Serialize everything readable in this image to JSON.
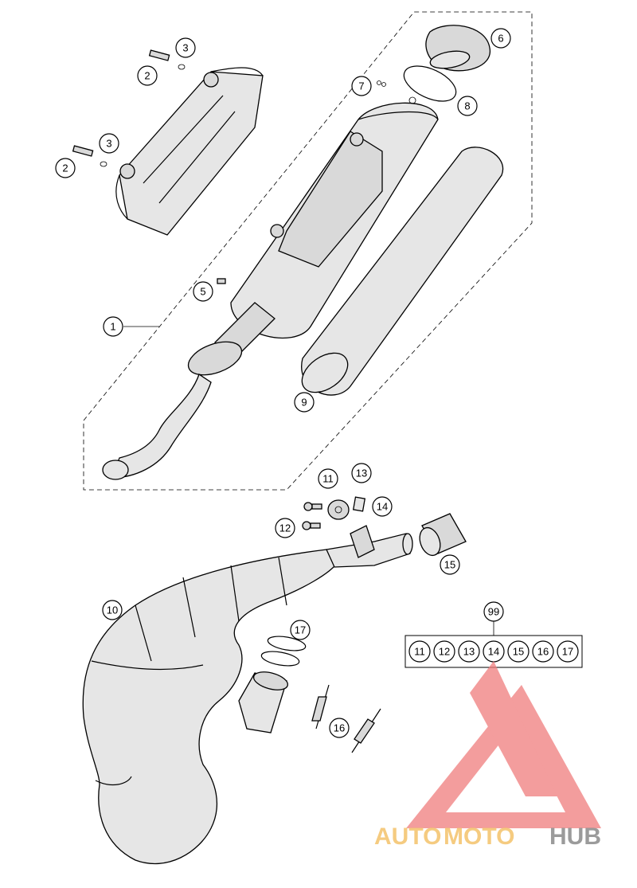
{
  "callouts": {
    "c1": "1",
    "c2a": "2",
    "c2b": "2",
    "c3a": "3",
    "c3b": "3",
    "c5": "5",
    "c6": "6",
    "c7": "7",
    "c8": "8",
    "c9": "9",
    "c10": "10",
    "c11": "11",
    "c12": "12",
    "c13": "13",
    "c14": "14",
    "c15": "15",
    "c16": "16",
    "c17": "17",
    "c99": "99"
  },
  "kit_items": [
    "11",
    "12",
    "13",
    "14",
    "15",
    "16",
    "17"
  ],
  "watermark": {
    "part1": "AUTO",
    "part2": "MOTO",
    "part3": "HUB"
  },
  "colors": {
    "watermark_red": "#f07d7d",
    "watermark_orange": "#f4c26b",
    "watermark_grey": "#8a8a8a"
  }
}
